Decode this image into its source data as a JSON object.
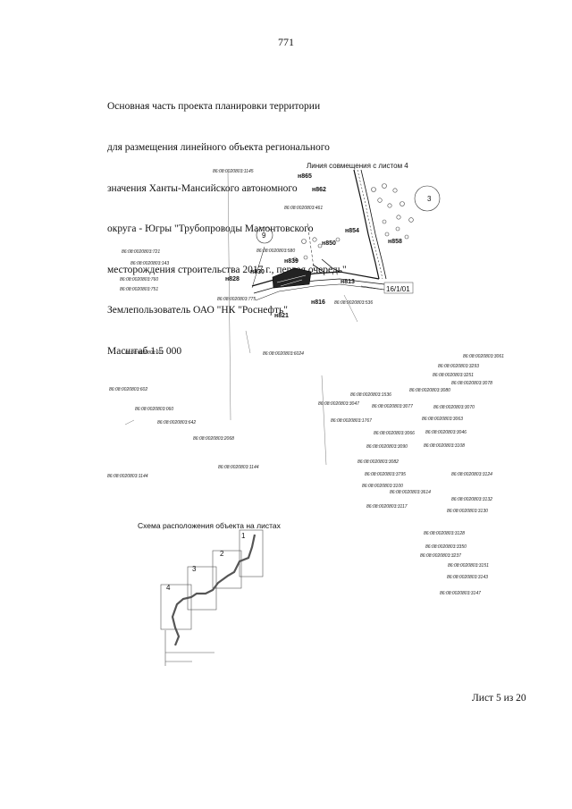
{
  "page_number": "771",
  "header": {
    "lines": [
      "Основная часть проекта планировки территории",
      "для размещения линейного объекта регионального",
      "значения Ханты-Мансийского автономного",
      "округа - Югры \"Трубопроводы Мамонтовского",
      "месторождения строительства 2017 г., первая очередь\"",
      "Землепользователь ОАО \"НК \"Роснефть\"",
      "Масштаб 1:5 000"
    ]
  },
  "map": {
    "match_line": "Линия совмещения с листом 4",
    "pickets": [
      "н865",
      "н862",
      "н854",
      "н858",
      "н850",
      "н839",
      "н830",
      "н828",
      "н813",
      "н816",
      "н821"
    ],
    "circle_labels": [
      "9",
      "3"
    ],
    "boxed_label": "16/1/01",
    "cadastral_left": [
      "86:08:0020803:721",
      "86:08:0020803:143",
      "86:08:0020803:760",
      "86:08:0020803:751",
      "86:08:0020803:601",
      "86:08:0020803:602",
      "86:08:0020803:060",
      "86:08:0020803:642",
      "86:08:0020803:2068",
      "86:08:0020803:1144",
      "86:08:0020803:1144"
    ],
    "cadastral_top": [
      "86:08:0020803:1145",
      "86:08:0020803:461",
      "86:08:0020803:580",
      "86:08:0020803:775",
      "86:08:0020803:536",
      "86:08:0020803:6024"
    ],
    "cadastral_right": [
      "86:08:0020803:3061",
      "86:08:0020803:3293",
      "86:08:0020803:3251",
      "86:08:0020803:3078",
      "86:08:0020803:3080",
      "86:08:0020803:1536",
      "86:08:0020803:3047",
      "86:08:0020803:3077",
      "86:08:0020803:3070",
      "86:08:0020803:1767",
      "86:08:0020803:3063",
      "86:08:0020803:3066",
      "86:08:0020803:3046",
      "86:08:0020803:3090",
      "86:08:0020803:3108",
      "86:08:0020803:3082",
      "86:08:0020803:3795",
      "86:08:0020803:3124",
      "86:08:0020803:3100",
      "86:08:0020803:3614",
      "86:08:0020803:3132",
      "86:08:0020803:3117",
      "86:08:0020803:3130",
      "86:08:0020803:3128",
      "86:08:0020803:3350",
      "86:08:0020803:3237",
      "86:08:0020803:3151",
      "86:08:0020803:3143",
      "86:08:0020803:3147"
    ]
  },
  "schema": {
    "title": "Схема расположения объекта на листах",
    "sheets": [
      "1",
      "2",
      "3",
      "4"
    ]
  },
  "footer": "Лист 5 из 20"
}
